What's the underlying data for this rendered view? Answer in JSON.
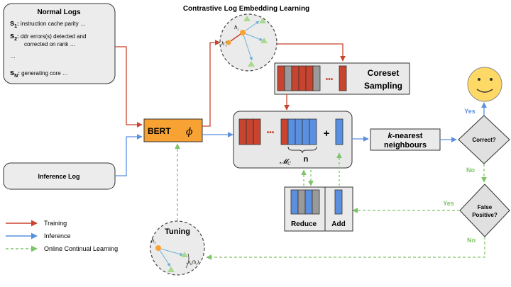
{
  "title": "Contrastive Log Embedding Learning",
  "normal_logs": {
    "heading": "Normal Logs",
    "entries": [
      {
        "id": "s",
        "sub": "1",
        "text": "instruction cache parity …"
      },
      {
        "id": "s",
        "sub": "2",
        "text": "ddr errors(s) detected and",
        "text2": "corrected on rank …"
      },
      {
        "id": "s",
        "sub": "N",
        "text": "generating core …"
      }
    ],
    "ellipsis": "…"
  },
  "inference_log": "Inference Log",
  "bert": {
    "label": "BERT",
    "symbol": "ϕ"
  },
  "coreset": {
    "line1": "Coreset",
    "line2": "Sampling",
    "dots": "•••"
  },
  "memory": {
    "dots": "•••",
    "plus": "+",
    "symbol": "𝓜",
    "symbol_sub": "C",
    "n_label": "n"
  },
  "knn": {
    "line1": "k-nearest",
    "line2": "neighbours"
  },
  "correct": "Correct?",
  "false_positive": {
    "line1": "False",
    "line2": "Positive?"
  },
  "edges": {
    "yes1": "Yes",
    "no1": "No",
    "yes2": "Yes",
    "no2": "No"
  },
  "reduce": "Reduce",
  "add": "Add",
  "tuning": "Tuning",
  "embed_labels": {
    "h_i": "h",
    "h_i_sub": "i",
    "h_plus": "h",
    "h_plus_sub": "i",
    "h_plus_sup": "+",
    "neigh": "𝒩",
    "neigh_sub": "k",
    "neigh_arg": "(h",
    "neigh_arg_sub": "i",
    "neigh_close": ")"
  },
  "legend": [
    {
      "label": "Training",
      "color": "#c8442f"
    },
    {
      "label": "Inference",
      "color": "#5b8fe0"
    },
    {
      "label": "Online Continual Learning",
      "color": "#7ec46a"
    }
  ],
  "colors": {
    "red": "#c8442f",
    "blue": "#5b8fe0",
    "green": "#7ec46a",
    "gray": "#9a9a9a",
    "orange": "#f7a233",
    "smiley": "#ffd966"
  }
}
